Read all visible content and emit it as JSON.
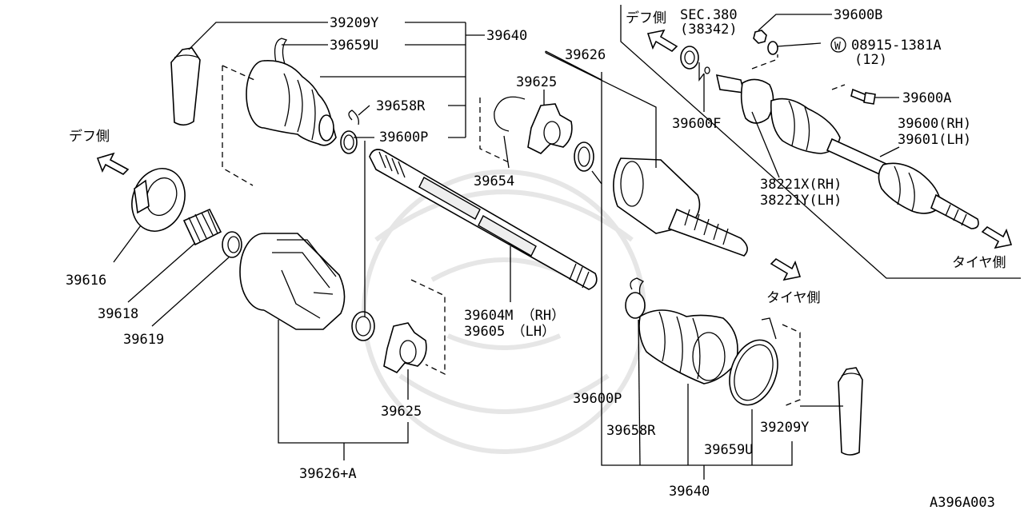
{
  "diagram": {
    "code": "A396A003",
    "labels": {
      "l39209Y_top": "39209Y",
      "l39659U_top": "39659U",
      "l39640_top": "39640",
      "l39658R_top": "39658R",
      "l39600P_top": "39600P",
      "l39626": "39626",
      "l39625_top": "39625",
      "l39654": "39654",
      "l39616": "39616",
      "l39618": "39618",
      "l39619": "39619",
      "l39604M": "39604M （RH）",
      "l39605": "39605　（LH）",
      "l39625_bot": "39625",
      "l39626A": "39626+A",
      "l39600P_bot": "39600P",
      "l39658R_bot": "39658R",
      "l39659U_bot": "39659U",
      "l39209Y_bot": "39209Y",
      "l39640_bot": "39640",
      "sec380": "SEC.380",
      "sec38342": "(38342)",
      "l39600B": "39600B",
      "l08915": "08915-1381A",
      "l08915_qty": "(12)",
      "washer_mark": "W",
      "l39600A": "39600A",
      "l39600F": "39600F",
      "l39600RH": "39600(RH)",
      "l39601LH": "39601(LH)",
      "l38221X": "38221X(RH)",
      "l38221Y": "38221Y(LH)",
      "diff_side_left": "デフ側",
      "diff_side_top": "デフ側",
      "tire_side_mid": "タイヤ側",
      "tire_side_right": "タイヤ側"
    }
  }
}
